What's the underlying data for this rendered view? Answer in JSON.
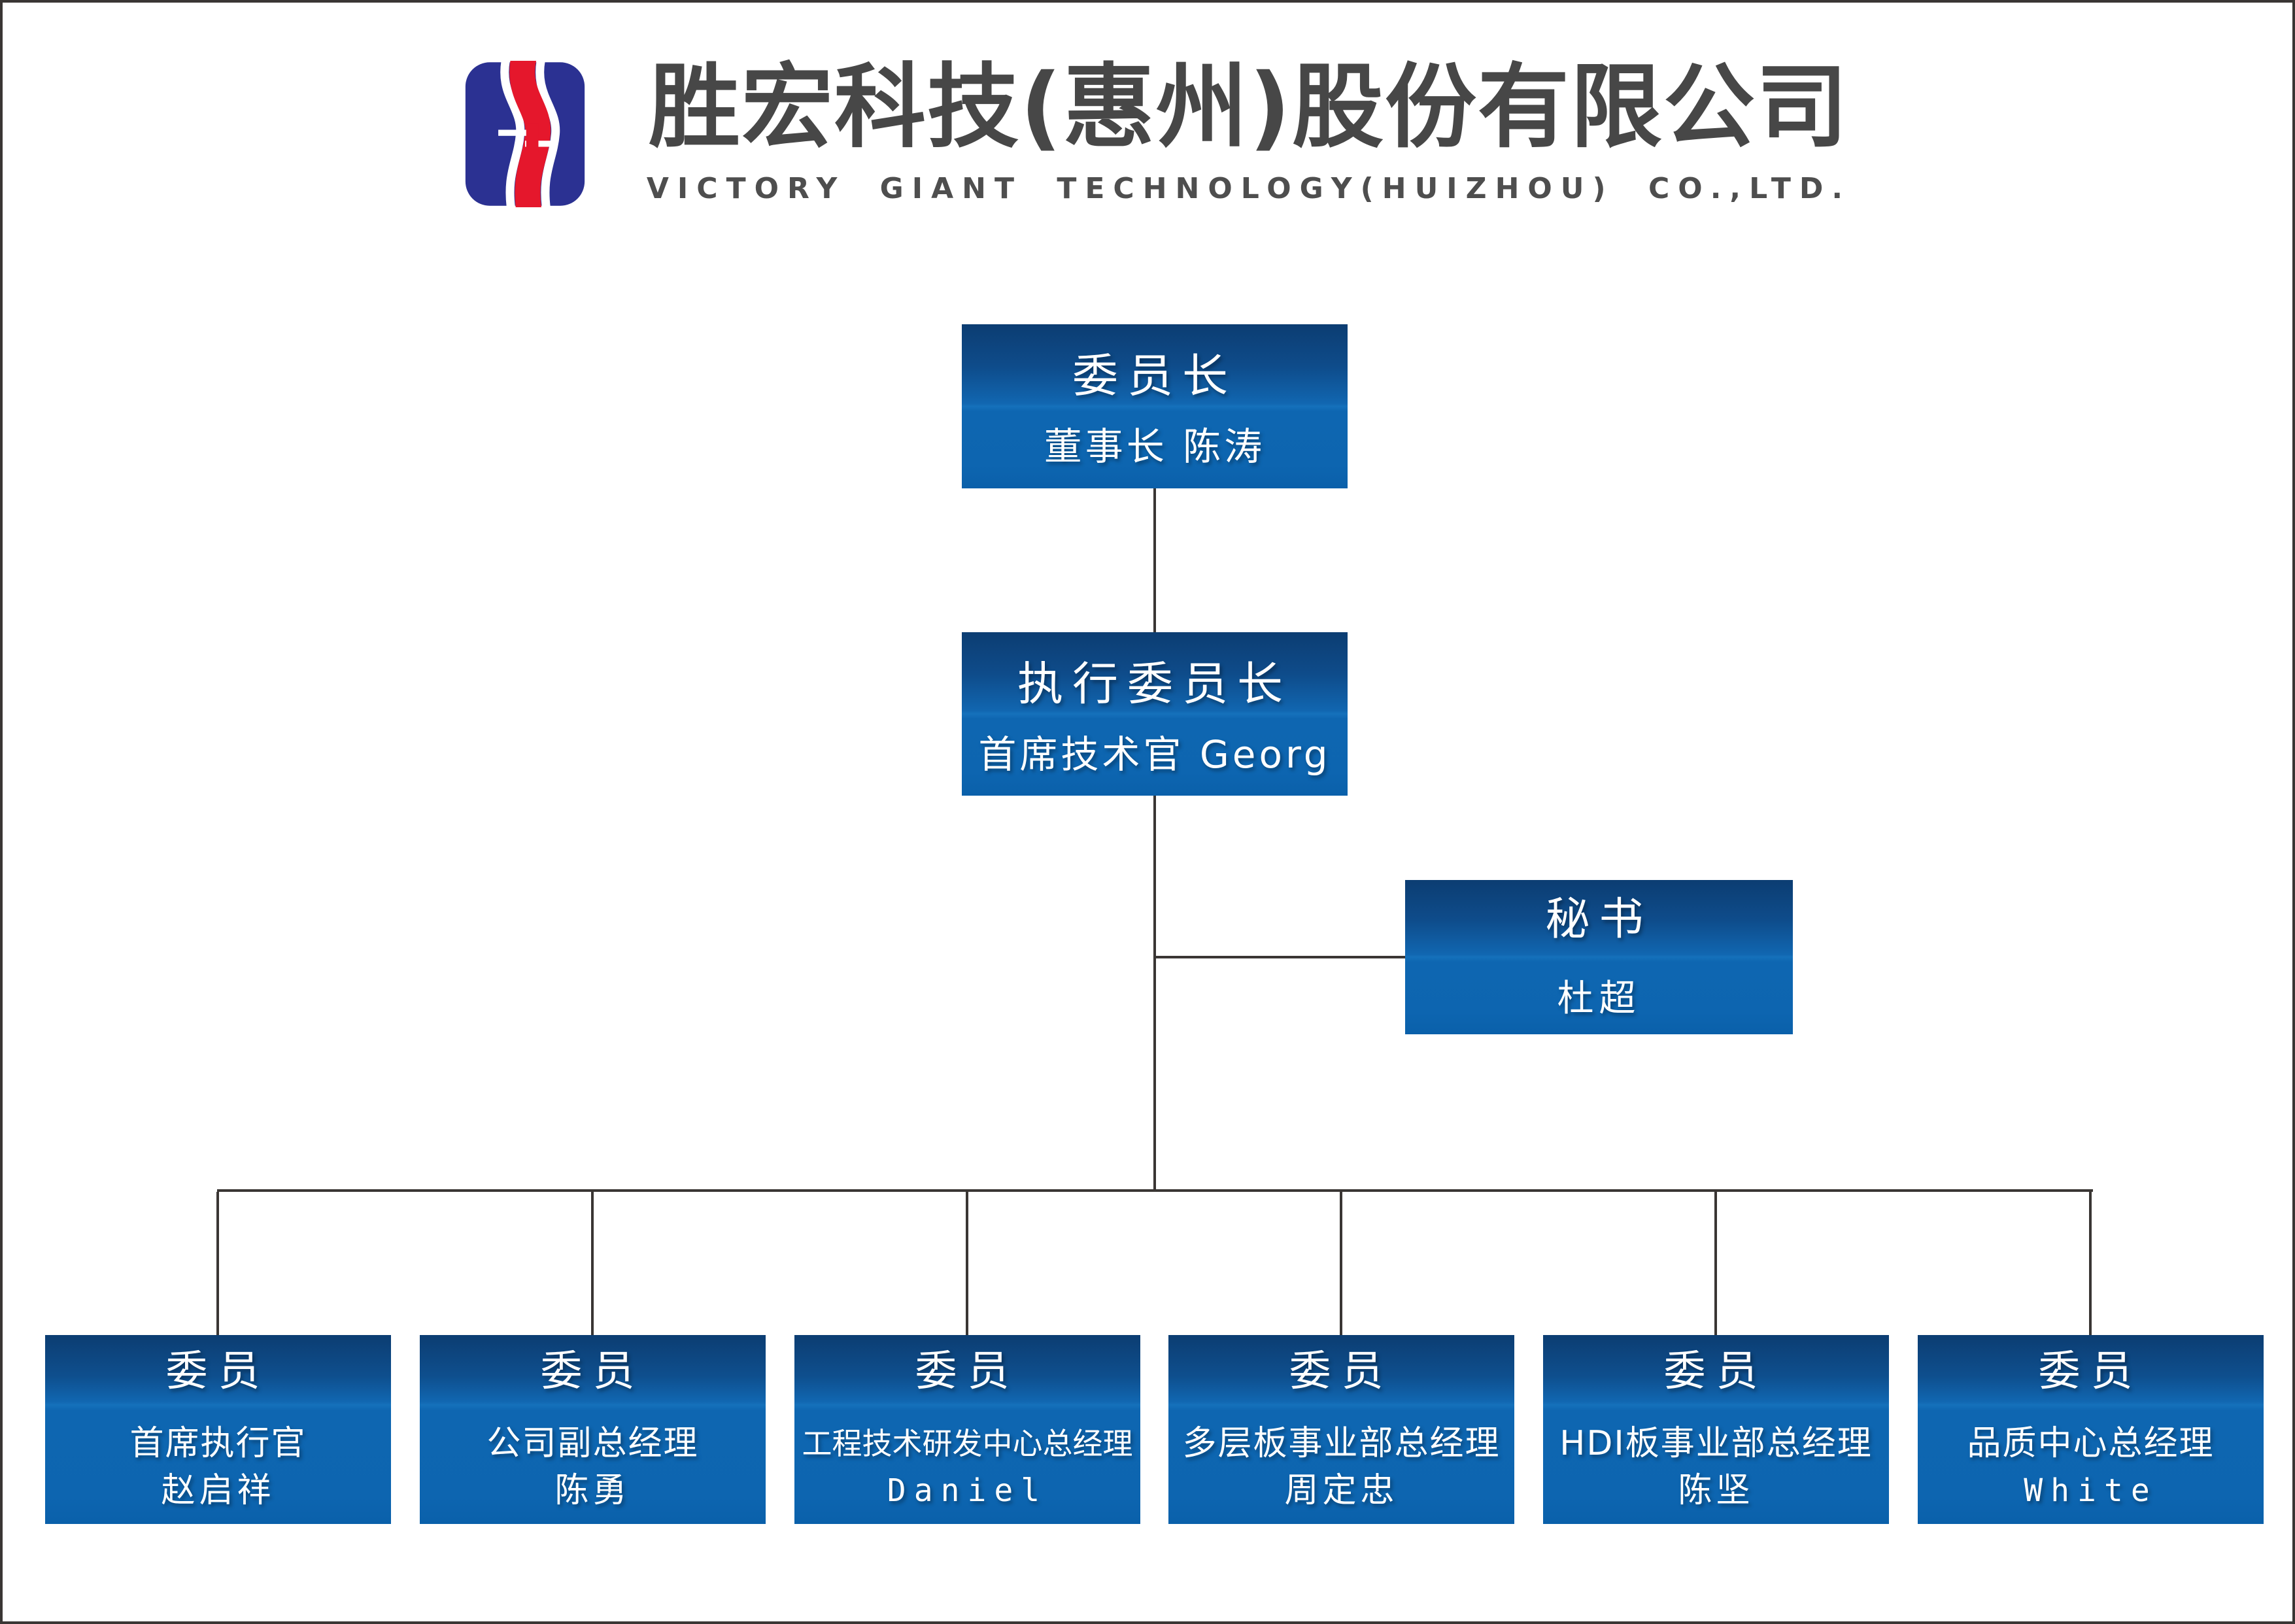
{
  "header": {
    "company_name_zh": "胜宏科技(惠州)股份有限公司",
    "company_name_en": "VICTORY GIANT TECHNOLOGY(HUIZHOU) CO.,LTD.",
    "logo_colors": {
      "blue": "#2b3192",
      "red": "#e5172c",
      "white": "#ffffff"
    }
  },
  "chart": {
    "nodes": {
      "chairman": {
        "title": "委员长",
        "subtitle": "董事长 陈涛"
      },
      "executive_chairman": {
        "title": "执行委员长",
        "subtitle": "首席技术官 Georg"
      },
      "secretary": {
        "title": "秘书",
        "subtitle": "杜超"
      },
      "members": [
        {
          "title": "委员",
          "role": "首席执行官",
          "name": "赵启祥"
        },
        {
          "title": "委员",
          "role": "公司副总经理",
          "name": "陈勇"
        },
        {
          "title": "委员",
          "role": "工程技术研发中心总经理",
          "name": "Daniel"
        },
        {
          "title": "委员",
          "role": "多层板事业部总经理",
          "name": "周定忠"
        },
        {
          "title": "委员",
          "role": "HDI板事业部总经理",
          "name": "陈坚"
        },
        {
          "title": "委员",
          "role": "品质中心总经理",
          "name": "White"
        }
      ]
    },
    "colors": {
      "box_gradient_top": "#0c3d72",
      "box_gradient_mid": "#1571bb",
      "box_body": "#0d65b0",
      "connector": "#3a3634",
      "text": "#ffffff",
      "title_text": "#474747"
    }
  }
}
